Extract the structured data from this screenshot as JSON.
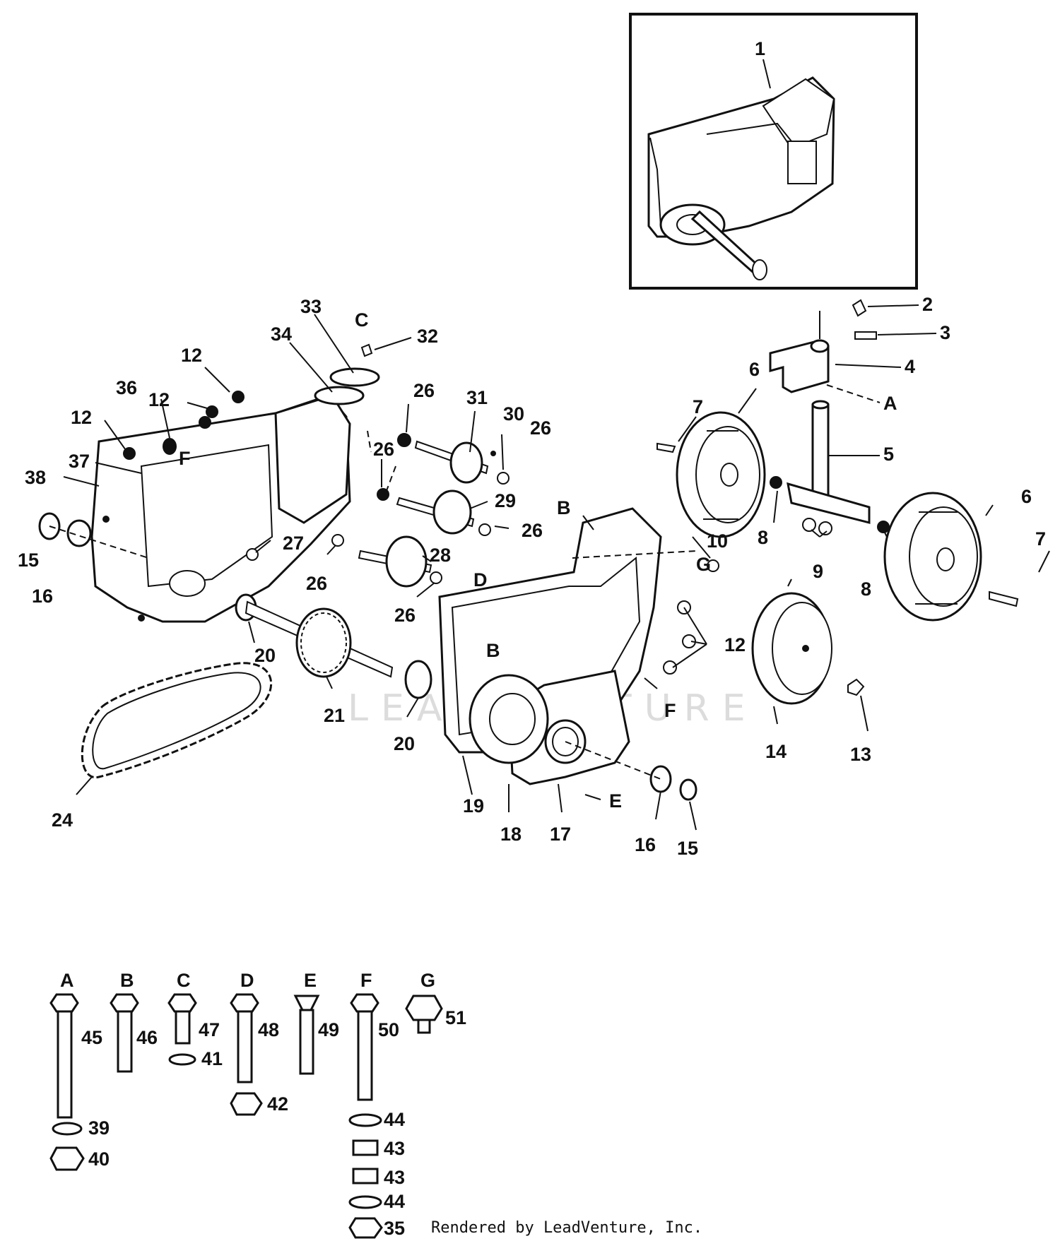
{
  "callouts": [
    {
      "id": "c1",
      "text": "1"
    },
    {
      "id": "c2",
      "text": "2"
    },
    {
      "id": "c3",
      "text": "3"
    },
    {
      "id": "c4",
      "text": "4"
    },
    {
      "id": "cA1",
      "text": "A"
    },
    {
      "id": "c5",
      "text": "5"
    },
    {
      "id": "c6a",
      "text": "6"
    },
    {
      "id": "c6b",
      "text": "6"
    },
    {
      "id": "c7a",
      "text": "7"
    },
    {
      "id": "c7b",
      "text": "7"
    },
    {
      "id": "c8a",
      "text": "8"
    },
    {
      "id": "c8b",
      "text": "8"
    },
    {
      "id": "c9",
      "text": "9"
    },
    {
      "id": "c10",
      "text": "10"
    },
    {
      "id": "c12a",
      "text": "12"
    },
    {
      "id": "c12b",
      "text": "12"
    },
    {
      "id": "c12c",
      "text": "12"
    },
    {
      "id": "c12d",
      "text": "12"
    },
    {
      "id": "c13",
      "text": "13"
    },
    {
      "id": "c14",
      "text": "14"
    },
    {
      "id": "c15a",
      "text": "15"
    },
    {
      "id": "c15b",
      "text": "15"
    },
    {
      "id": "c16a",
      "text": "16"
    },
    {
      "id": "c16b",
      "text": "16"
    },
    {
      "id": "c17",
      "text": "17"
    },
    {
      "id": "c18",
      "text": "18"
    },
    {
      "id": "c19",
      "text": "19"
    },
    {
      "id": "c20a",
      "text": "20"
    },
    {
      "id": "c20b",
      "text": "20"
    },
    {
      "id": "c21",
      "text": "21"
    },
    {
      "id": "c24",
      "text": "24"
    },
    {
      "id": "c26a",
      "text": "26"
    },
    {
      "id": "c26b",
      "text": "26"
    },
    {
      "id": "c26c",
      "text": "26"
    },
    {
      "id": "c26d",
      "text": "26"
    },
    {
      "id": "c26e",
      "text": "26"
    },
    {
      "id": "c26f",
      "text": "26"
    },
    {
      "id": "c27",
      "text": "27"
    },
    {
      "id": "c28",
      "text": "28"
    },
    {
      "id": "c29",
      "text": "29"
    },
    {
      "id": "c30",
      "text": "30"
    },
    {
      "id": "c31",
      "text": "31"
    },
    {
      "id": "c32",
      "text": "32"
    },
    {
      "id": "c33",
      "text": "33"
    },
    {
      "id": "c34",
      "text": "34"
    },
    {
      "id": "c36",
      "text": "36"
    },
    {
      "id": "c37",
      "text": "37"
    },
    {
      "id": "c38",
      "text": "38"
    },
    {
      "id": "cC",
      "text": "C"
    },
    {
      "id": "cF1",
      "text": "F"
    },
    {
      "id": "cB1",
      "text": "B"
    },
    {
      "id": "cD1",
      "text": "D"
    },
    {
      "id": "cG1",
      "text": "G"
    },
    {
      "id": "cB2",
      "text": "B"
    },
    {
      "id": "cF2",
      "text": "F"
    },
    {
      "id": "cE1",
      "text": "E"
    }
  ],
  "fastener_legend": [
    {
      "letter": "A",
      "part": "45",
      "extras": [
        "39",
        "40"
      ]
    },
    {
      "letter": "B",
      "part": "46",
      "extras": []
    },
    {
      "letter": "C",
      "part": "47",
      "extras": [
        "41"
      ]
    },
    {
      "letter": "D",
      "part": "48",
      "extras": [
        "42"
      ]
    },
    {
      "letter": "E",
      "part": "49",
      "extras": []
    },
    {
      "letter": "F",
      "part": "50",
      "extras": [
        "44",
        "43",
        "43",
        "44",
        "35"
      ]
    },
    {
      "letter": "G",
      "part": "51",
      "extras": []
    }
  ],
  "watermark": "LEADVENTURE",
  "credit": "Rendered by LeadVenture, Inc."
}
